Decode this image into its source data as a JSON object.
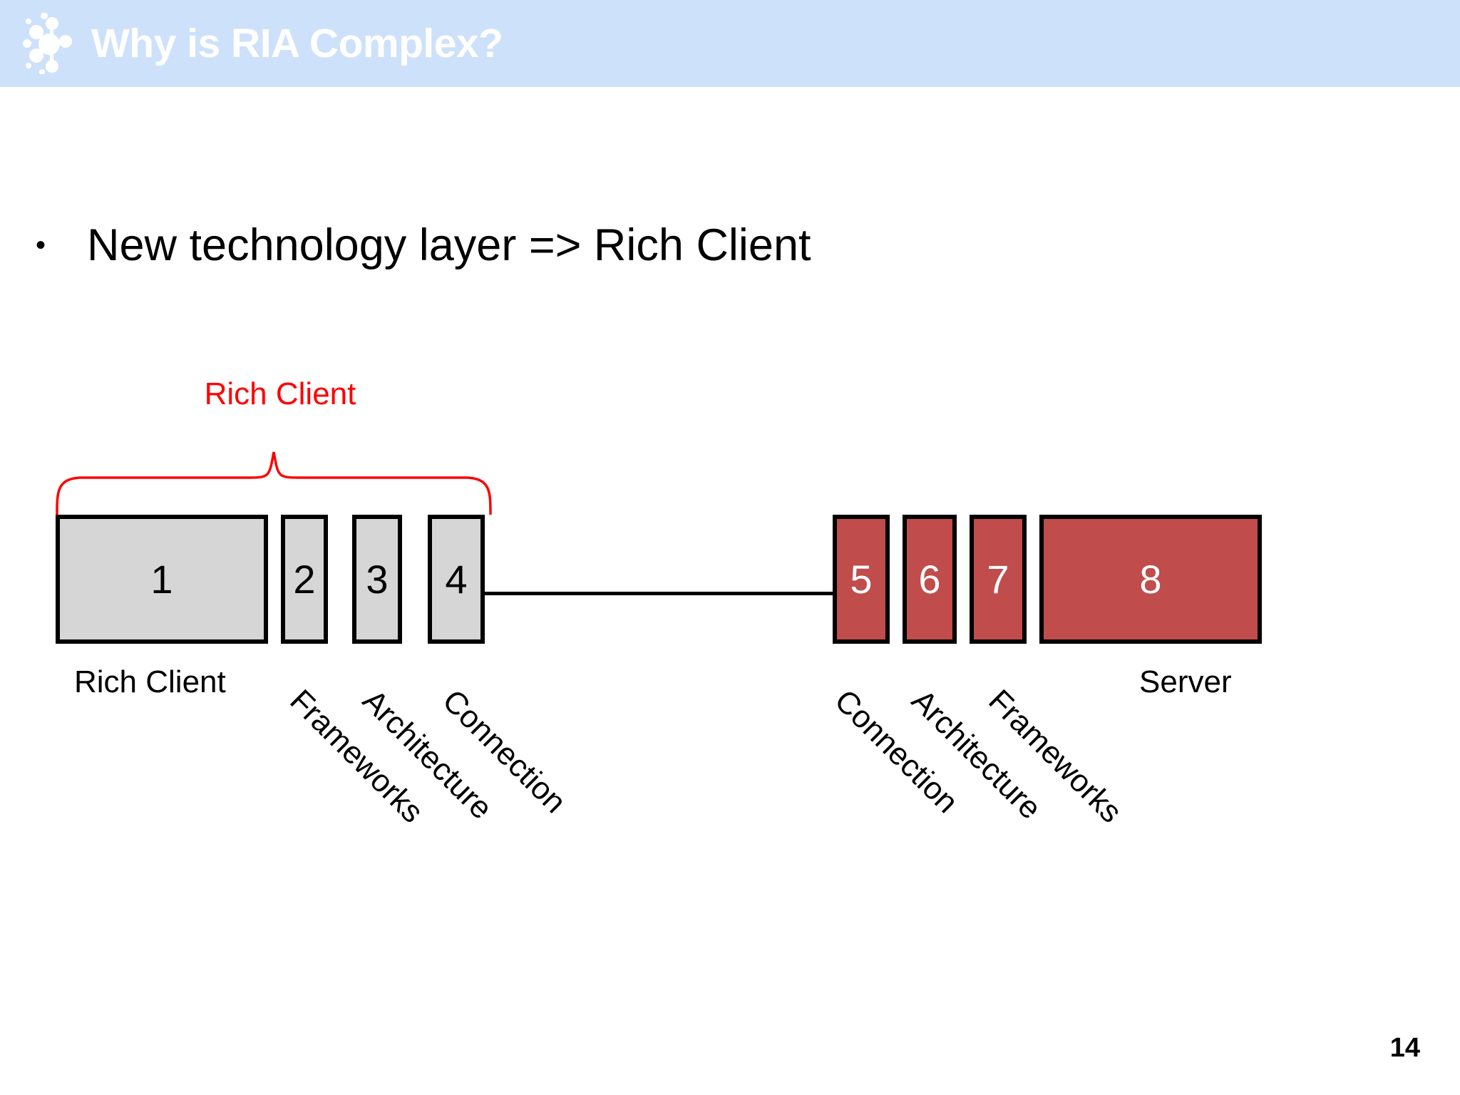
{
  "header": {
    "title": "Why is RIA Complex?",
    "icon": "molecule-icon",
    "bg_color": "#cee1fa",
    "title_color": "#ffffff"
  },
  "content": {
    "bullet_marker": "•",
    "bullet_text": "New technology layer => Rich Client"
  },
  "diagram": {
    "brace_label": "Rich Client",
    "brace_color": "#ff0000",
    "client_color": "#d6d6d6",
    "server_color": "#c04c4c",
    "border_color": "#000000",
    "client_boxes": [
      {
        "number": "1",
        "label": "Rich Client"
      },
      {
        "number": "2",
        "label": "Frameworks"
      },
      {
        "number": "3",
        "label": "Architecture"
      },
      {
        "number": "4",
        "label": "Connection"
      }
    ],
    "server_boxes": [
      {
        "number": "5",
        "label": "Connection"
      },
      {
        "number": "6",
        "label": "Architecture"
      },
      {
        "number": "7",
        "label": "Frameworks"
      },
      {
        "number": "8",
        "label": "Server"
      }
    ],
    "client_caption": "Rich Client",
    "server_caption": "Server",
    "client_rotated_labels": [
      "Frameworks",
      "Architecture",
      "Connection"
    ],
    "server_rotated_labels": [
      "Connection",
      "Architecture",
      "Frameworks"
    ]
  },
  "footer": {
    "page_number": "14"
  }
}
